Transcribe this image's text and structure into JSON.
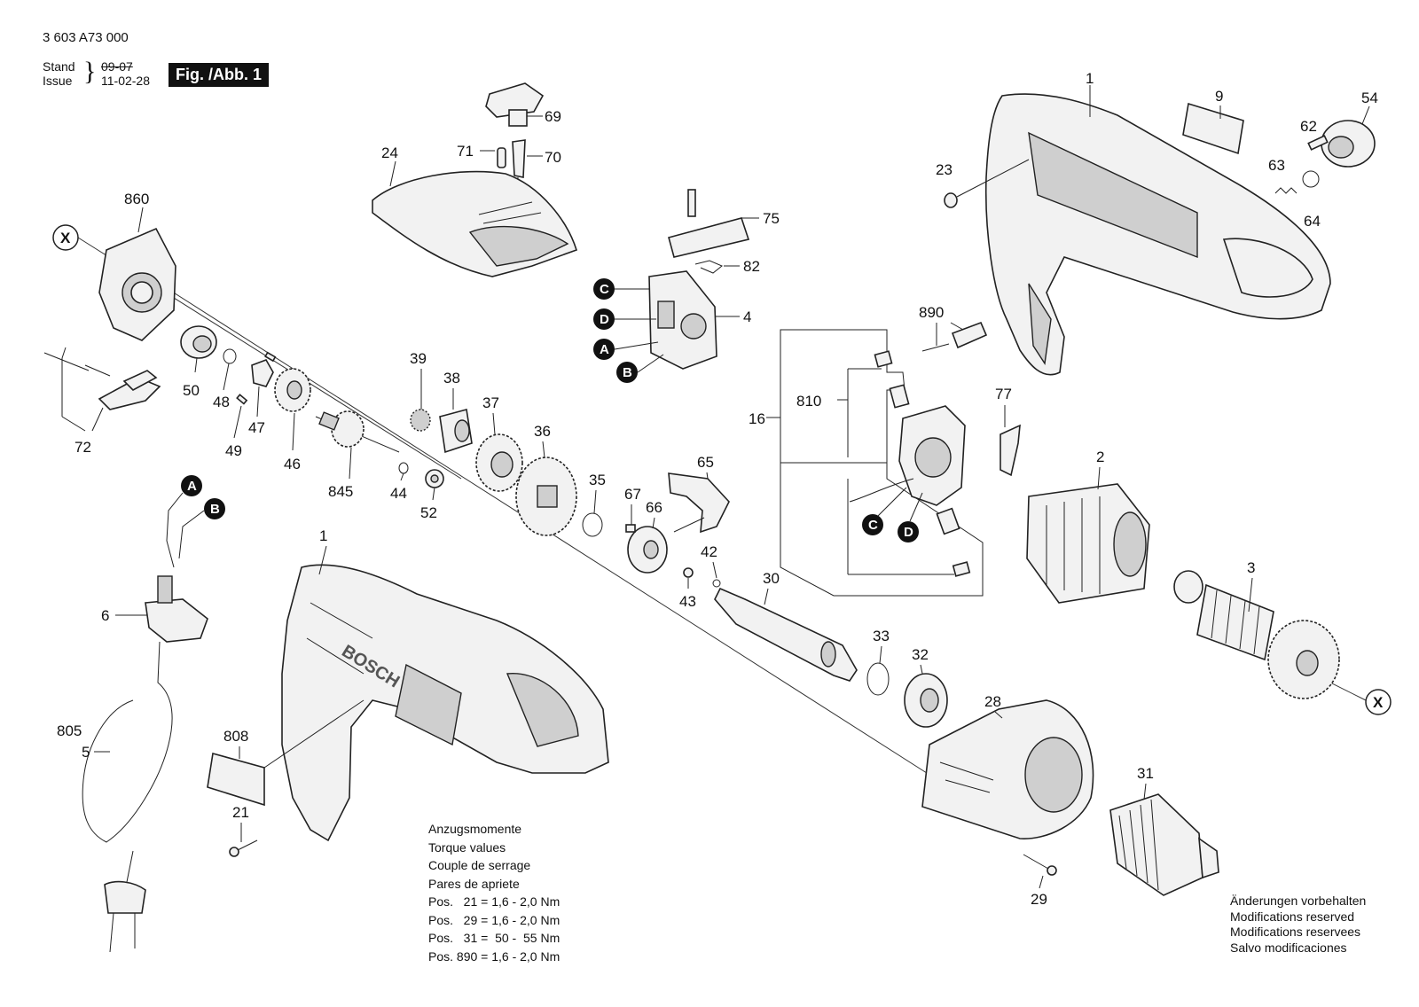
{
  "header": {
    "doc_number": "3 603 A73 000",
    "stand_label": "Stand",
    "issue_label": "Issue",
    "stand_date": "09-07",
    "issue_date": "11-02-28",
    "figure_label": "Fig. /Abb. 1"
  },
  "part_numbers": {
    "p1_housing": "1",
    "p9": "9",
    "p54": "54",
    "p62": "62",
    "p63": "63",
    "p64": "64",
    "p23": "23",
    "p69": "69",
    "p71": "71",
    "p70": "70",
    "p24": "24",
    "p75": "75",
    "p82": "82",
    "p4": "4",
    "p860": "860",
    "p50": "50",
    "p48": "48",
    "p47": "47",
    "p49": "49",
    "p46": "46",
    "p72": "72",
    "p39": "39",
    "p38": "38",
    "p37": "37",
    "p36": "36",
    "p845": "845",
    "p44": "44",
    "p52": "52",
    "p35": "35",
    "p67": "67",
    "p66": "66",
    "p65": "65",
    "p42": "42",
    "p43": "43",
    "p890": "890",
    "p16": "16",
    "p810": "810",
    "p77": "77",
    "p2": "2",
    "p3": "3",
    "p30": "30",
    "p33": "33",
    "p32": "32",
    "p28": "28",
    "p31": "31",
    "p29": "29",
    "p6": "6",
    "p805": "805",
    "p5": "5",
    "p808": "808",
    "p21": "21",
    "p1_tool": "1"
  },
  "connector_badges": {
    "A": "A",
    "B": "B",
    "C": "C",
    "D": "D",
    "X": "X"
  },
  "torque": {
    "lines": [
      "Anzugsmomente",
      "Torque values",
      "Couple de serrage",
      "Pares de apriete",
      "Pos.   21 = 1,6 - 2,0 Nm",
      "Pos.   29 = 1,6 - 2,0 Nm",
      "Pos.   31 =  50 -  55 Nm",
      "Pos. 890 = 1,6 - 2,0 Nm"
    ]
  },
  "modifications": {
    "lines": [
      "Änderungen vorbehalten",
      "Modifications reserved",
      "Modifications reservees",
      "Salvo modificaciones"
    ]
  },
  "brand_marking": "BOSCH"
}
